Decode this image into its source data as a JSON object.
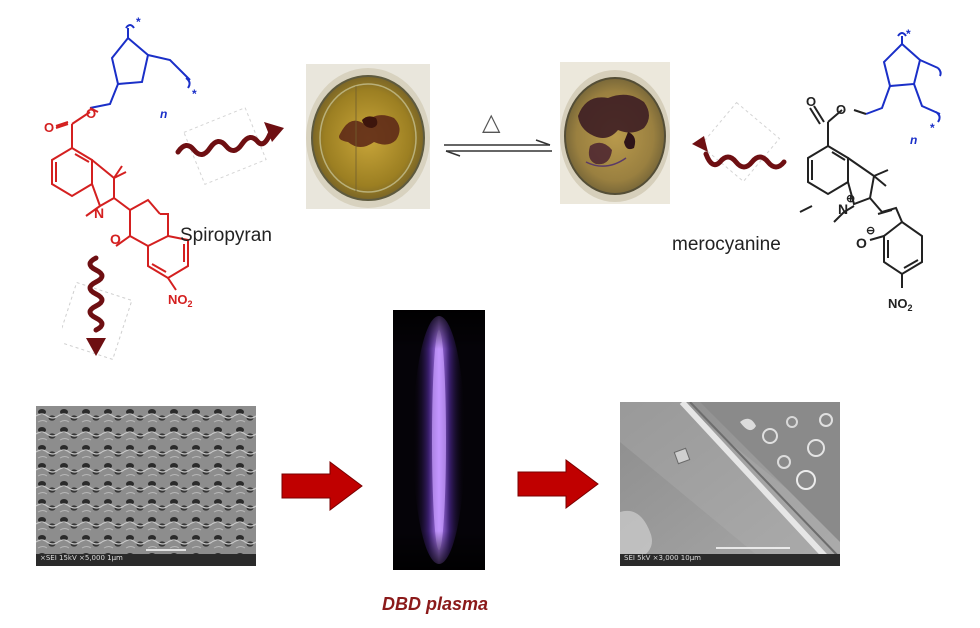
{
  "labels": {
    "spiropyran": "Spiropyran",
    "merocyanine": "merocyanine",
    "dbd_plasma": "DBD plasma"
  },
  "arrow_symbol": "△",
  "chem_left": {
    "star_top": "*",
    "star_right": "*",
    "n_sub": "n",
    "o_ester": "O",
    "o_carbonyl": "O",
    "n_indoline": "N",
    "o_ring": "O",
    "nitro": "NO",
    "nitro_sub": "2"
  },
  "chem_right": {
    "star_top": "*",
    "star_right": "*",
    "n_sub": "n",
    "o_ester": "O",
    "o_carbonyl": "O",
    "n_indolium": "N",
    "plus": "⊕",
    "o_phenolate": "O",
    "minus": "⊖",
    "nitro": "NO",
    "nitro_sub": "2"
  },
  "sem_left": {
    "footer": "×SEI  15kV  ×5,000   1μm"
  },
  "sem_right": {
    "footer": "SEI  5kV  ×3,000   10μm"
  },
  "colors": {
    "red_structure": "#d42020",
    "blue_polymer": "#1a2fc8",
    "wave_arrow": "#6e0f12",
    "block_arrow": "#c00000",
    "dbd_label": "#8b1a1a",
    "plasma_glow": "#9a5cff"
  }
}
